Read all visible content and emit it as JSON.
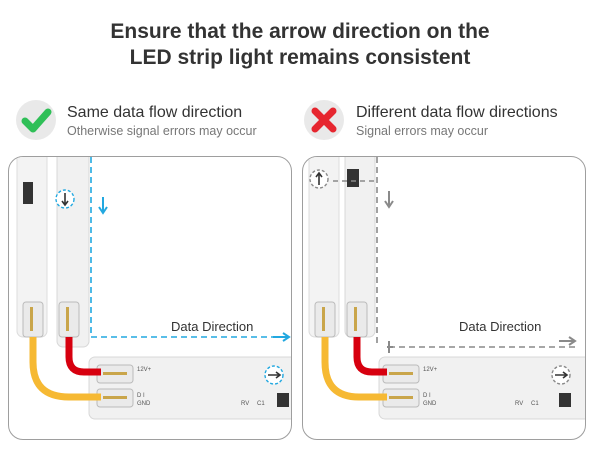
{
  "title_line1": "Ensure that the arrow direction on the",
  "title_line2": "LED strip light remains consistent",
  "left": {
    "heading": "Same data flow direction",
    "subtext": "Otherwise signal errors may occur",
    "direction_label": "Data Direction",
    "status": "correct",
    "status_color": "#2fbf57",
    "flow_color": "#22a8e0",
    "icon": "checkmark-icon"
  },
  "right": {
    "heading": "Different data flow directions",
    "subtext": "Signal errors may occur",
    "direction_label": "Data Direction",
    "status": "incorrect",
    "status_color": "#e6262f",
    "flow_color": "#8a8a8a",
    "icon": "cross-icon"
  },
  "strip_labels": {
    "v12": "12V+",
    "di": "D I",
    "gnd": "GND",
    "rv": "RV",
    "c1": "C1"
  },
  "colors": {
    "positive_wire": "#d7000f",
    "data_wire": "#f6b933",
    "strip": "#f1f1f1"
  }
}
